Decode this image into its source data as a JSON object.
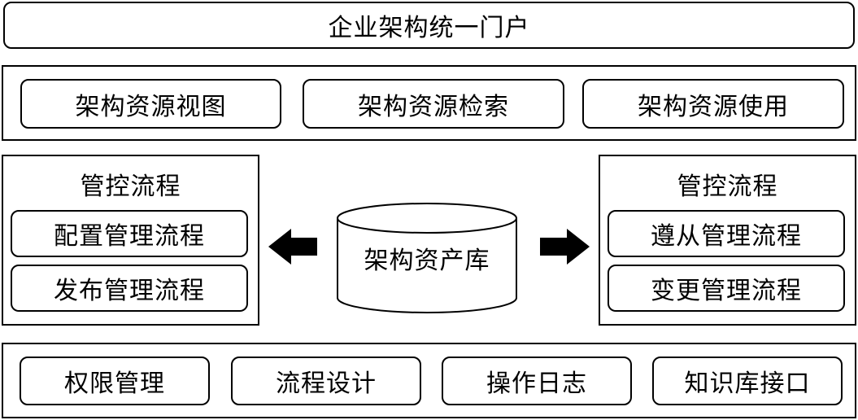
{
  "portal": {
    "label": "企业架构统一门户"
  },
  "resource_row": {
    "items": [
      {
        "label": "架构资源视图"
      },
      {
        "label": "架构资源检索"
      },
      {
        "label": "架构资源使用"
      }
    ]
  },
  "left_panel": {
    "title": "管控流程",
    "items": [
      {
        "label": "配置管理流程"
      },
      {
        "label": "发布管理流程"
      }
    ]
  },
  "center": {
    "repository_label": "架构资产库"
  },
  "right_panel": {
    "title": "管控流程",
    "items": [
      {
        "label": "遵从管理流程"
      },
      {
        "label": "变更管理流程"
      }
    ]
  },
  "bottom_row": {
    "items": [
      {
        "label": "权限管理"
      },
      {
        "label": "流程设计"
      },
      {
        "label": "操作日志"
      },
      {
        "label": "知识库接口"
      }
    ]
  }
}
